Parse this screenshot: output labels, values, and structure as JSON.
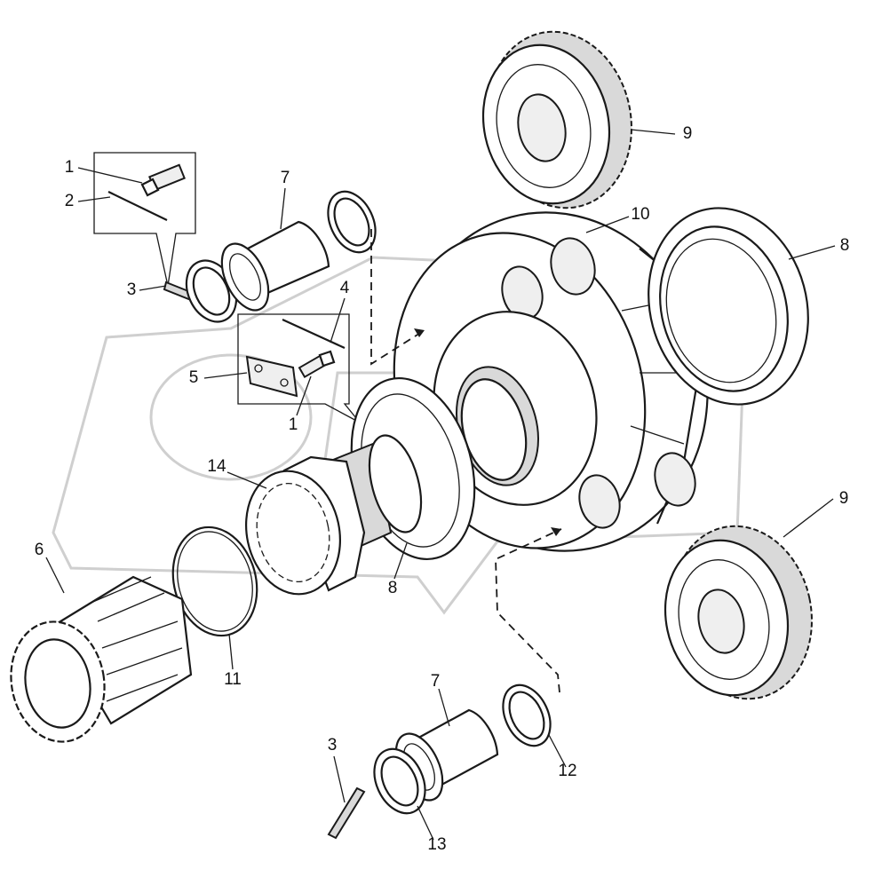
{
  "callouts": [
    {
      "id": "c1a",
      "text": "1"
    },
    {
      "id": "c2",
      "text": "2"
    },
    {
      "id": "c3a",
      "text": "3"
    },
    {
      "id": "c7a",
      "text": "7"
    },
    {
      "id": "c4",
      "text": "4"
    },
    {
      "id": "c5",
      "text": "5"
    },
    {
      "id": "c1b",
      "text": "1"
    },
    {
      "id": "c14",
      "text": "14"
    },
    {
      "id": "c6",
      "text": "6"
    },
    {
      "id": "c11",
      "text": "11"
    },
    {
      "id": "c8a",
      "text": "8"
    },
    {
      "id": "c9a",
      "text": "9"
    },
    {
      "id": "c10",
      "text": "10"
    },
    {
      "id": "c8b",
      "text": "8"
    },
    {
      "id": "c9b",
      "text": "9"
    },
    {
      "id": "c7b",
      "text": "7"
    },
    {
      "id": "c12",
      "text": "12"
    },
    {
      "id": "c3b",
      "text": "3"
    },
    {
      "id": "c13",
      "text": "13"
    }
  ]
}
